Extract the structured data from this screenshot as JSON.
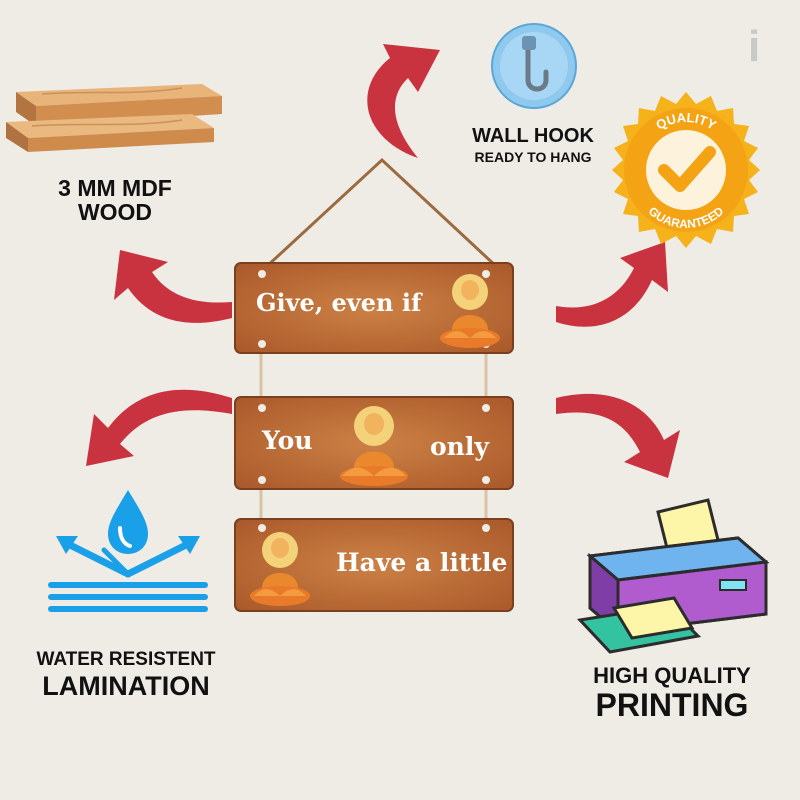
{
  "brand_mark": "i",
  "features": {
    "wood": {
      "line1": "3 MM MDF",
      "line2": "WOOD",
      "icon": "wood-plank-icon"
    },
    "hook": {
      "line1": "WALL HOOK",
      "line2": "READY TO HANG",
      "icon": "wall-hook-icon"
    },
    "quality": {
      "top": "QUALITY",
      "bottom": "GUARANTEED",
      "icon": "quality-badge-icon"
    },
    "lamination": {
      "line1": "WATER RESISTENT",
      "line2": "LAMINATION",
      "icon": "water-drop-icon"
    },
    "printing": {
      "line1": "HIGH QUALITY",
      "line2": "PRINTING",
      "icon": "printer-icon"
    }
  },
  "planks": [
    {
      "text": "Give, even if"
    },
    {
      "left": "You",
      "right": "only"
    },
    {
      "text": "Have a little"
    }
  ],
  "colors": {
    "background": "#efebe5",
    "arrow": "#c8333f",
    "plank": "#b9682e",
    "badge": "#f6b21a"
  }
}
